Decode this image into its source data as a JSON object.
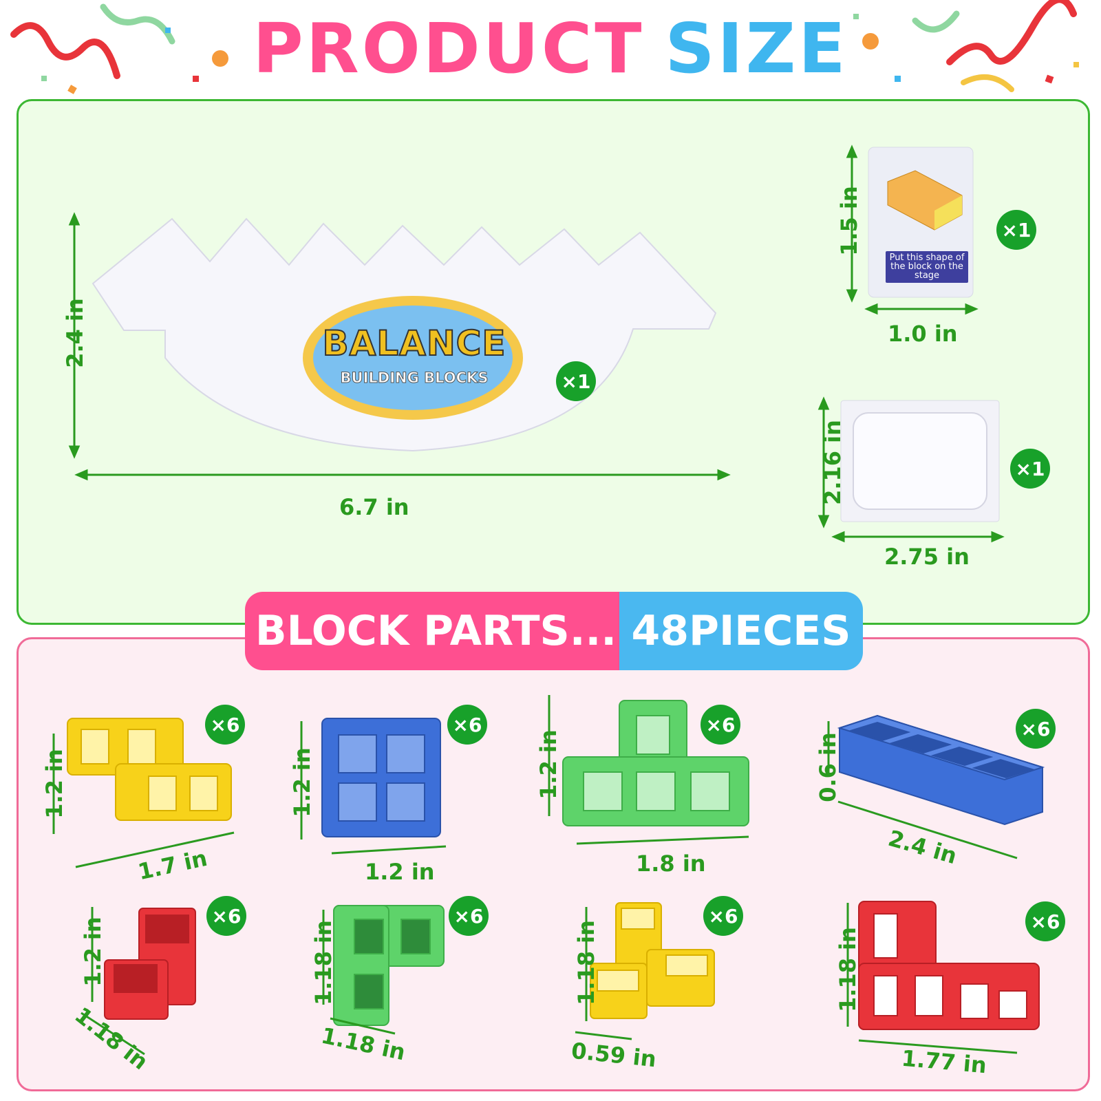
{
  "title": {
    "word1": "PRODUCT",
    "word2": "SIZE"
  },
  "banner": {
    "left": "BLOCK PARTS...",
    "right": "48PIECES"
  },
  "base": {
    "logo_main": "BALANCE",
    "logo_sub": "BUILDING BLOCKS",
    "height": "2.4 in",
    "width": "6.7 in",
    "qty": "×1"
  },
  "card": {
    "text": "Put this shape of the block on the stage",
    "height": "1.5 in",
    "width": "1.0 in",
    "qty": "×1"
  },
  "stage": {
    "height": "2.16 in",
    "width": "2.75 in",
    "qty": "×1"
  },
  "blocks": [
    {
      "color": "#f7d21a",
      "height": "1.2 in",
      "width": "1.7 in",
      "qty": "×6"
    },
    {
      "color": "#3d6fd8",
      "height": "1.2 in",
      "width": "1.2 in",
      "qty": "×6"
    },
    {
      "color": "#5ed36a",
      "height": "1.2 in",
      "width": "1.8 in",
      "qty": "×6"
    },
    {
      "color": "#3d6fd8",
      "height": "0.6 in",
      "width": "2.4 in",
      "qty": "×6"
    },
    {
      "color": "#e8343a",
      "height": "1.2 in",
      "width": "1.18 in",
      "qty": "×6"
    },
    {
      "color": "#5ed36a",
      "height": "1.18 in",
      "width": "1.18 in",
      "qty": "×6"
    },
    {
      "color": "#f7d21a",
      "height": "1.18 in",
      "width": "0.59 in",
      "qty": "×6"
    },
    {
      "color": "#e8343a",
      "height": "1.18 in",
      "width": "1.77 in",
      "qty": "×6"
    }
  ]
}
